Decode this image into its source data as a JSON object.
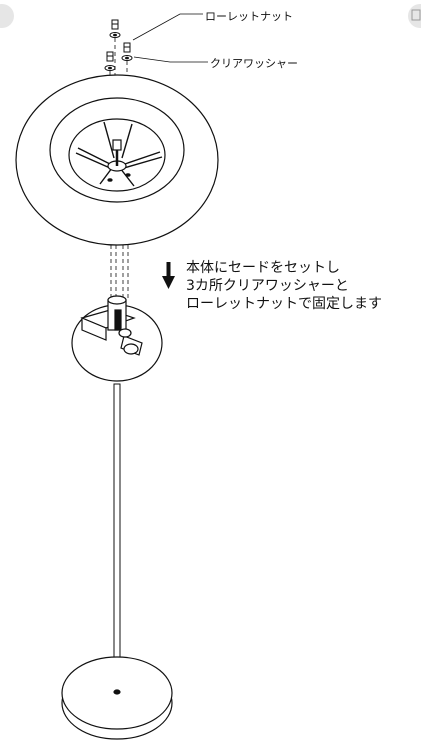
{
  "callouts": {
    "knurled_nut": "ローレットナット",
    "clear_washer": "クリアワッシャー"
  },
  "instruction": {
    "line1": "本体にセードをセットし",
    "line2": "3カ所クリアワッシャーと",
    "line3": "ローレットナットで固定します"
  },
  "icons": {
    "arrow": "down-arrow-icon"
  }
}
